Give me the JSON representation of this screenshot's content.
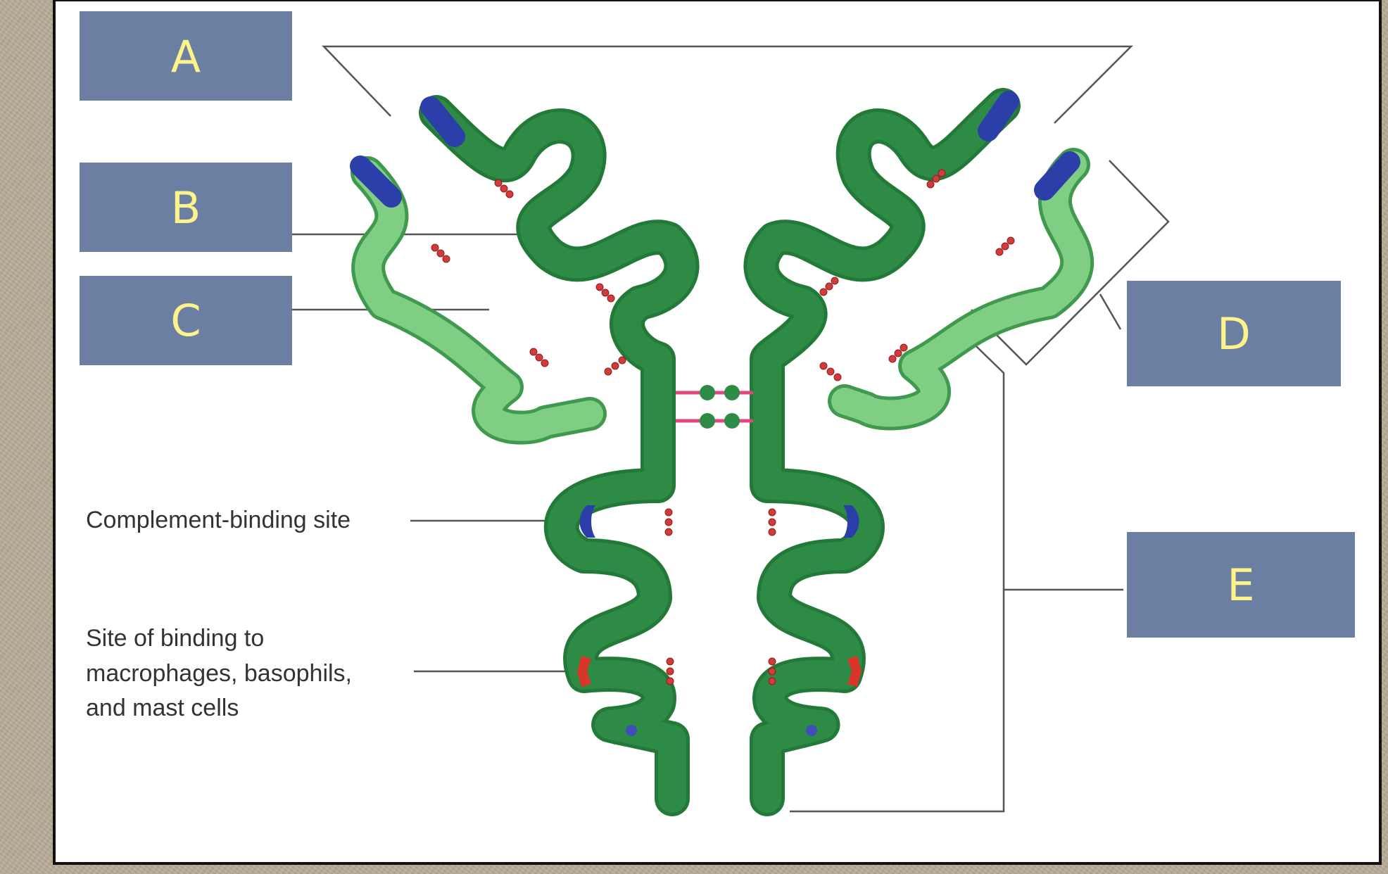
{
  "labels": {
    "a": "A",
    "b": "B",
    "c": "C",
    "d": "D",
    "e": "E"
  },
  "annotations": {
    "complement": "Complement-binding site",
    "binding_line1": "Site of binding to",
    "binding_line2": "macrophages, basophils,",
    "binding_line3": "and mast cells"
  },
  "colors": {
    "label_box": "#6b7fa3",
    "label_text": "#fdf38a",
    "heavy_chain": "#2e8b45",
    "light_chain": "#7fce84",
    "antigen_site": "#2c3fa8",
    "disulfide_bond": "#d33a3a",
    "binding_site": "#d9362b",
    "carbohydrate": "#3e4fb8",
    "hinge_bond": "#e2477f"
  }
}
